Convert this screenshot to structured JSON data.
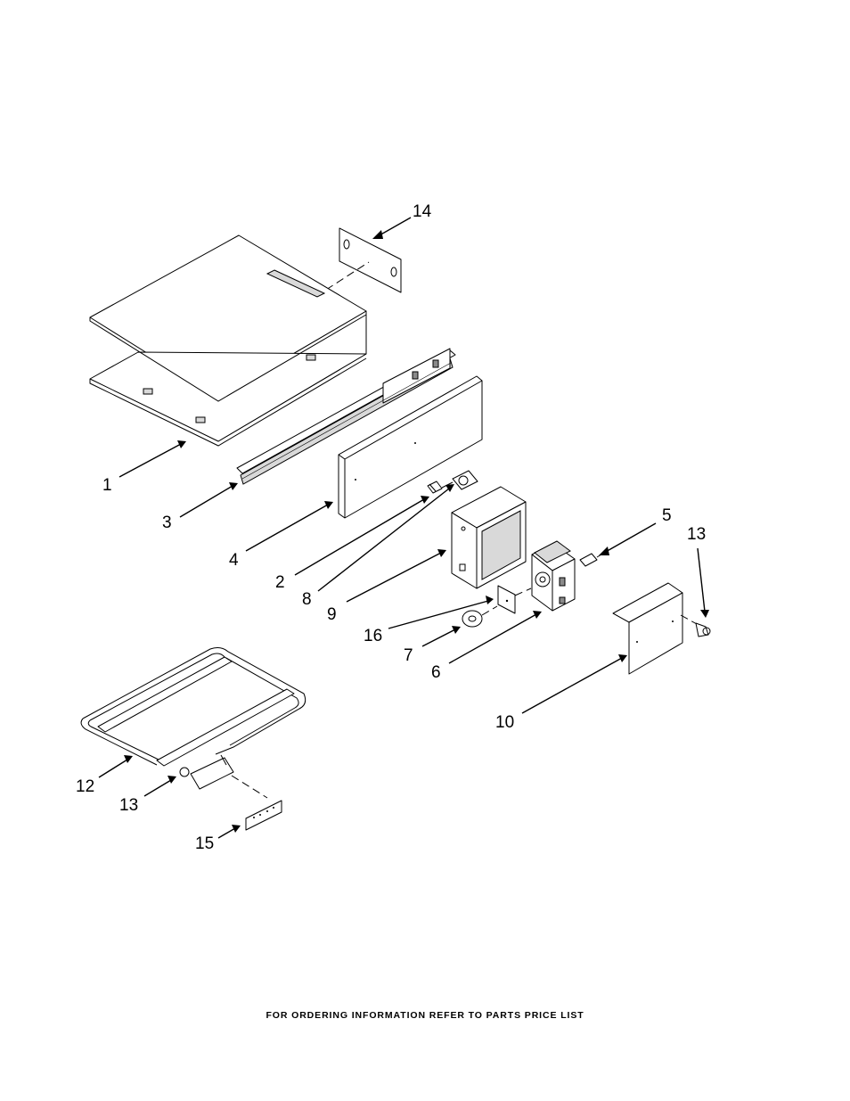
{
  "callouts": {
    "c1": "1",
    "c2": "2",
    "c3": "3",
    "c4": "4",
    "c5": "5",
    "c6": "6",
    "c7": "7",
    "c8": "8",
    "c9": "9",
    "c10": "10",
    "c12": "12",
    "c13a": "13",
    "c13b": "13",
    "c14": "14",
    "c15": "15",
    "c16": "16"
  },
  "footer": "FOR ORDERING INFORMATION REFER TO PARTS PRICE LIST"
}
